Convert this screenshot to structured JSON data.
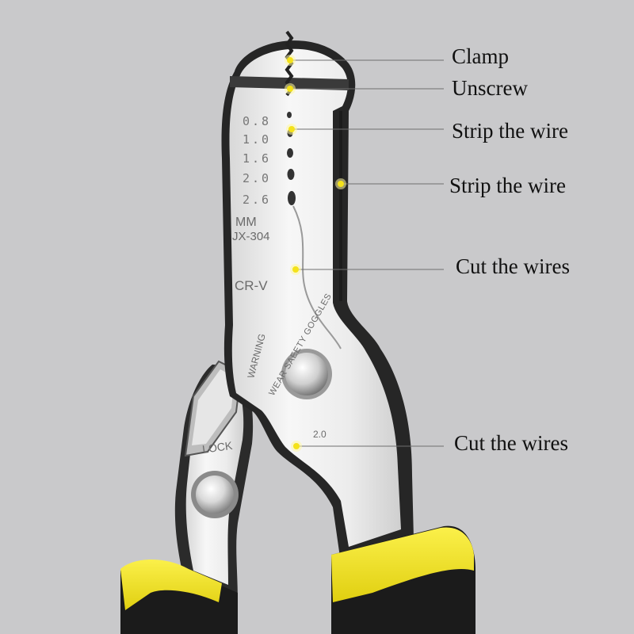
{
  "tool": {
    "scale_labels": [
      "0.8",
      "1.0",
      "1.6",
      "2.0",
      "2.6"
    ],
    "unit_label": "MM",
    "model_label": "JX-304",
    "material_label": "CR-V",
    "warning_label": "WARNING",
    "goggles_label": "WEAR SAEETY GOGGLES",
    "lock_label": "LOCK",
    "notch_label": "2.0"
  },
  "callouts": [
    {
      "label": "Clamp"
    },
    {
      "label": "Unscrew"
    },
    {
      "label": "Strip the wire"
    },
    {
      "label": "Strip the wire"
    },
    {
      "label": "Cut the wires"
    },
    {
      "label": "Cut the wires"
    }
  ],
  "colors": {
    "background": "#c9c9cb",
    "steel_light": "#f2f2f2",
    "steel_dark": "#2a2a2a",
    "handle_yellow": "#f2e21c",
    "handle_black": "#1b1b1b",
    "marker": "#f4e21a"
  }
}
